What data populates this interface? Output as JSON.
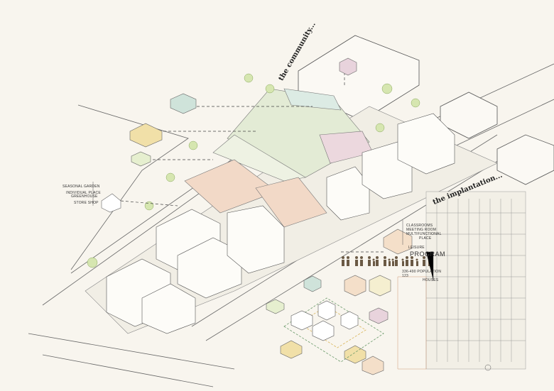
{
  "headings": {
    "community": "the community...",
    "implantation": "the implantation..."
  },
  "left_labels": {
    "seasonal_garden": "SEASONAL GARDEN",
    "individual_place": "INDIVIDUAL PLACE",
    "greenhouse": "GREENHOUSE",
    "store_shop": "STORE SHOP"
  },
  "right_labels": {
    "classrooms": "CLASSROOMS",
    "meeting_room": "MEETING ROOM",
    "multifunctional": "MULTIFUNCTIONAL",
    "place": "PLACE",
    "leisure": "LEISURE"
  },
  "program": {
    "title": "PROGRAM",
    "population": "336-490 POPULATION",
    "houses_count": "123",
    "houses_label": "HOUSES"
  },
  "colors": {
    "background": "#f8f5ee",
    "line": "#555555",
    "green": "#a8c47a",
    "terracotta": "#d9a184",
    "teal": "#8fb7a8",
    "mauve": "#c9a9b7",
    "yellow": "#e8d27a",
    "people": "#6b5a45"
  }
}
